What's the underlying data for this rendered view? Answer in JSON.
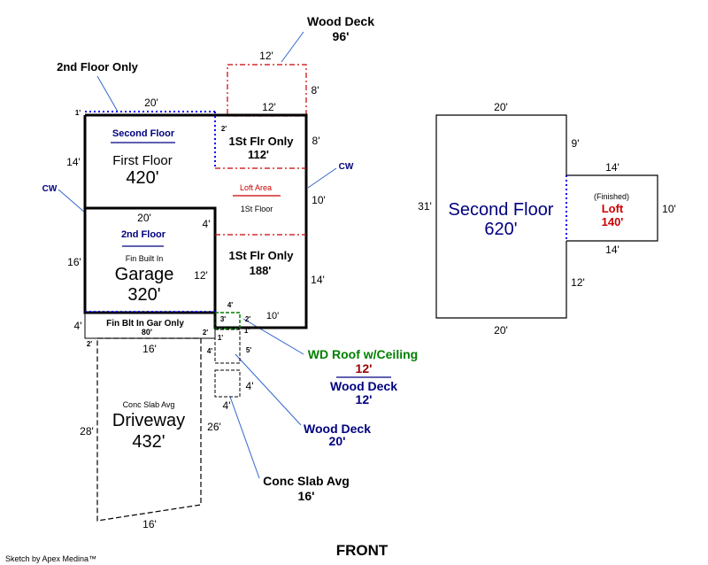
{
  "colors": {
    "navy": "#000080",
    "red": "#cc0000",
    "green": "#008000",
    "dark_red": "#990000",
    "blue_dot": "#0000ff",
    "callout_line": "#3366cc"
  },
  "callouts": {
    "wood_deck_top": {
      "title": "Wood Deck",
      "area": "96'"
    },
    "second_floor_only": "2nd Floor Only",
    "cw_left": "CW",
    "cw_right": "CW",
    "wd_roof": "WD Roof w/Ceiling",
    "wd_roof_area": "12'",
    "wood_deck_small": {
      "title": "Wood Deck",
      "area": "12'"
    },
    "wood_deck_mid": {
      "title": "Wood Deck",
      "area": "20'"
    },
    "conc_slab_small": {
      "title": "Conc Slab Avg",
      "area": "16'"
    }
  },
  "rooms": {
    "second_floor_top": "Second Floor",
    "first_floor": {
      "name": "First Floor",
      "area": "420'"
    },
    "first_flr_only_top": {
      "name": "1St Flr Only",
      "area": "112'"
    },
    "loft_area": {
      "name": "Loft Area",
      "sub": "1St Floor"
    },
    "garage_second": "2nd Floor",
    "garage": {
      "sub": "Fin Built In",
      "name": "Garage",
      "area": "320'"
    },
    "first_flr_only_bottom": {
      "name": "1St Flr Only",
      "area": "188'"
    },
    "fin_blt_gar": {
      "name": "Fin Blt In Gar Only",
      "area": "80'"
    },
    "driveway": {
      "sub": "Conc Slab Avg",
      "name": "Driveway",
      "area": "432'"
    },
    "second_floor_plan": {
      "name": "Second Floor",
      "area": "620'"
    },
    "loft": {
      "sub": "(Finished)",
      "name": "Loft",
      "area": "140'"
    }
  },
  "dimensions": {
    "deck_top": "12'",
    "deck_right": "8'",
    "deck_bottom": "12'",
    "main_top": "20'",
    "one_ft": "1'",
    "two_ft_a": "2'",
    "main_right_8": "8'",
    "main_left_14": "14'",
    "main_right_10": "10'",
    "garage_top": "20'",
    "garage_4": "4'",
    "garage_left_16": "16'",
    "garage_inner_12": "12'",
    "main_right_14": "14'",
    "small_4": "4'",
    "small_3": "3'",
    "small_2": "2'",
    "bottom_10": "10'",
    "left_4": "4'",
    "gar_2": "2'",
    "gar_1": "1'",
    "gar_1b": "1'",
    "gar_4b": "4'",
    "gar_5": "5'",
    "drive_2": "2'",
    "drive_top_16": "16'",
    "drive_left_28": "28'",
    "drive_right_26": "26'",
    "slab_4_right": "4'",
    "slab_4_bottom": "4'",
    "drive_bottom_16": "16'",
    "sf_top": "20'",
    "sf_9": "9'",
    "sf_31": "31'",
    "loft_14_top": "14'",
    "loft_10": "10'",
    "loft_14_bottom": "14'",
    "sf_12": "12'",
    "sf_bottom": "20'"
  },
  "footer": {
    "credit": "Sketch by Apex Medina™",
    "front": "FRONT"
  }
}
